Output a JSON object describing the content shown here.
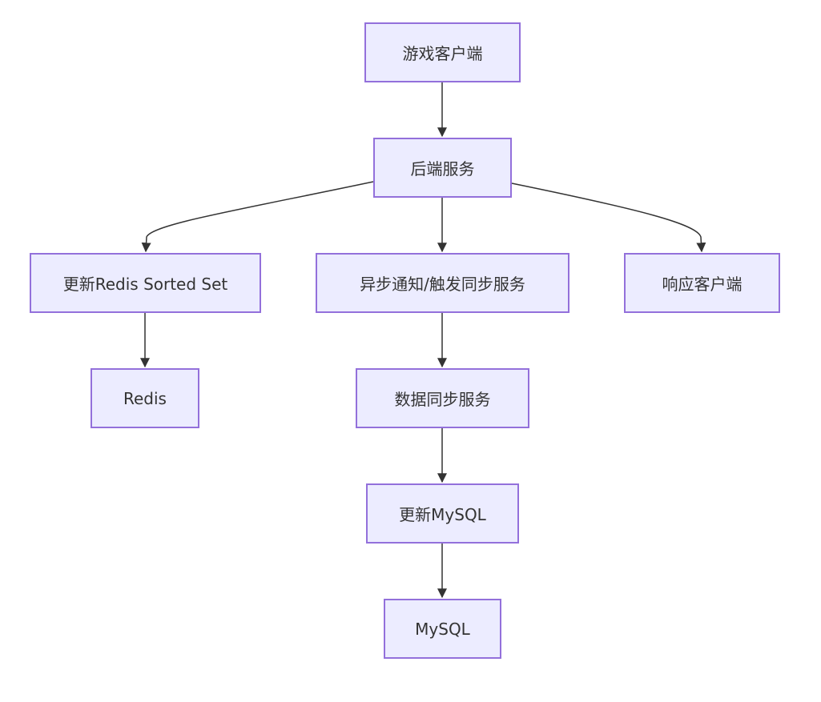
{
  "diagram": {
    "nodes": {
      "client": "游戏客户端",
      "backend": "后端服务",
      "update_redis": "更新Redis Sorted Set",
      "async_notify": "异步通知/触发同步服务",
      "respond_client": "响应客户端",
      "redis": "Redis",
      "data_sync": "数据同步服务",
      "update_mysql": "更新MySQL",
      "mysql": "MySQL"
    },
    "edges": [
      {
        "from": "client",
        "to": "backend"
      },
      {
        "from": "backend",
        "to": "update_redis"
      },
      {
        "from": "backend",
        "to": "async_notify"
      },
      {
        "from": "backend",
        "to": "respond_client"
      },
      {
        "from": "update_redis",
        "to": "redis"
      },
      {
        "from": "async_notify",
        "to": "data_sync"
      },
      {
        "from": "data_sync",
        "to": "update_mysql"
      },
      {
        "from": "update_mysql",
        "to": "mysql"
      }
    ],
    "colors": {
      "node_fill": "#ececff",
      "node_border": "#9370db",
      "edge": "#333333",
      "text": "#333333"
    }
  }
}
